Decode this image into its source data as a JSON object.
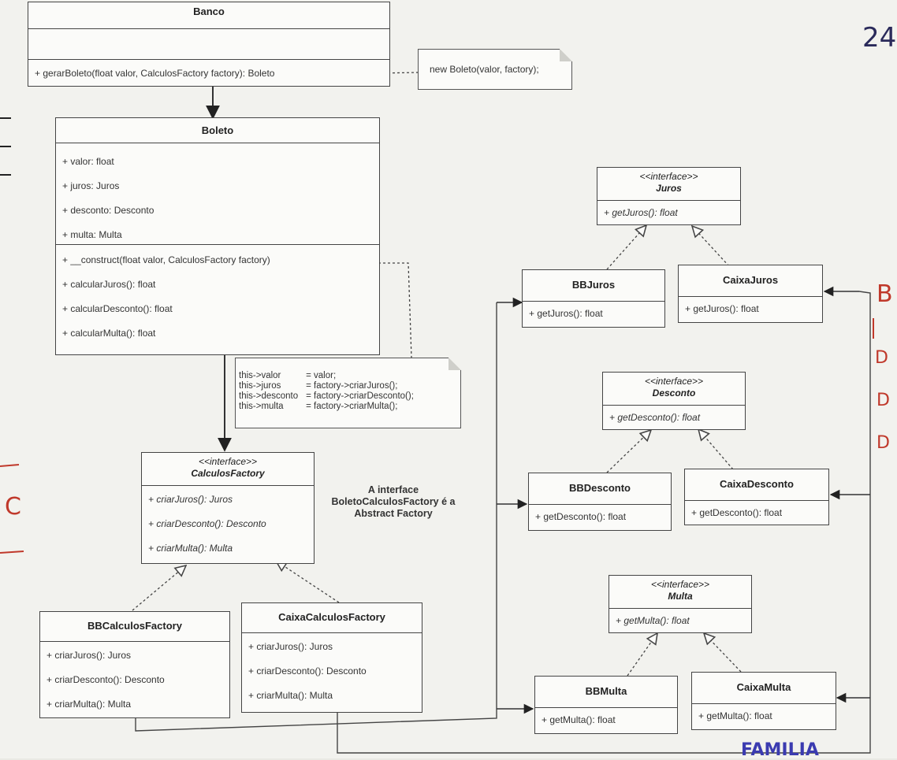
{
  "banco": {
    "name": "Banco",
    "operations": [
      "+ gerarBoleto(float valor, CalculosFactory factory): Boleto"
    ]
  },
  "banco_note": "new Boleto(valor, factory);",
  "boleto": {
    "name": "Boleto",
    "attributes": [
      "+ valor: float",
      "+ juros: Juros",
      "+ desconto: Desconto",
      "+ multa: Multa"
    ],
    "operations": [
      "+ __construct(float valor, CalculosFactory factory)",
      "+ calcularJuros(): float",
      "+ calcularDesconto(): float",
      "+ calcularMulta(): float"
    ]
  },
  "boleto_note": [
    {
      "left": "this->valor",
      "right": "= valor;"
    },
    {
      "left": "this->juros",
      "right": "= factory->criarJuros();"
    },
    {
      "left": "this->desconto",
      "right": "= factory->criarDesconto();"
    },
    {
      "left": "this->multa",
      "right": "= factory->criarMulta();"
    }
  ],
  "calculos_factory": {
    "stereotype": "<<interface>>",
    "name": "CalculosFactory",
    "operations": [
      "+ criarJuros(): Juros",
      "+ criarDesconto(): Desconto",
      "+ criarMulta(): Multa"
    ]
  },
  "caption": [
    "A interface",
    "BoletoCalculosFactory é a",
    "Abstract Factory"
  ],
  "bb_calculos_factory": {
    "name": "BBCalculosFactory",
    "operations": [
      "+ criarJuros(): Juros",
      "+ criarDesconto(): Desconto",
      "+ criarMulta(): Multa"
    ]
  },
  "caixa_calculos_factory": {
    "name": "CaixaCalculosFactory",
    "operations": [
      "+ criarJuros(): Juros",
      "+ criarDesconto(): Desconto",
      "+ criarMulta(): Multa"
    ]
  },
  "juros": {
    "stereotype": "<<interface>>",
    "name": "Juros",
    "operations": [
      "+ getJuros(): float"
    ]
  },
  "bb_juros": {
    "name": "BBJuros",
    "operations": [
      "+ getJuros(): float"
    ]
  },
  "caixa_juros": {
    "name": "CaixaJuros",
    "operations": [
      "+ getJuros(): float"
    ]
  },
  "desconto": {
    "stereotype": "<<interface>>",
    "name": "Desconto",
    "operations": [
      "+ getDesconto(): float"
    ]
  },
  "bb_desconto": {
    "name": "BBDesconto",
    "operations": [
      "+ getDesconto(): float"
    ]
  },
  "caixa_desconto": {
    "name": "CaixaDesconto",
    "operations": [
      "+ getDesconto(): float"
    ]
  },
  "multa": {
    "stereotype": "<<interface>>",
    "name": "Multa",
    "operations": [
      "+ getMulta(): float"
    ]
  },
  "bb_multa": {
    "name": "BBMulta",
    "operations": [
      "+ getMulta(): float"
    ]
  },
  "caixa_multa": {
    "name": "CaixaMulta",
    "operations": [
      "+ getMulta(): float"
    ]
  },
  "handwriting": {
    "top_right": "24",
    "right_b": "B",
    "right_d1": "D",
    "right_d2": "D",
    "right_d3": "D",
    "left_c": "C",
    "bottom_right": "FAMILIA"
  }
}
